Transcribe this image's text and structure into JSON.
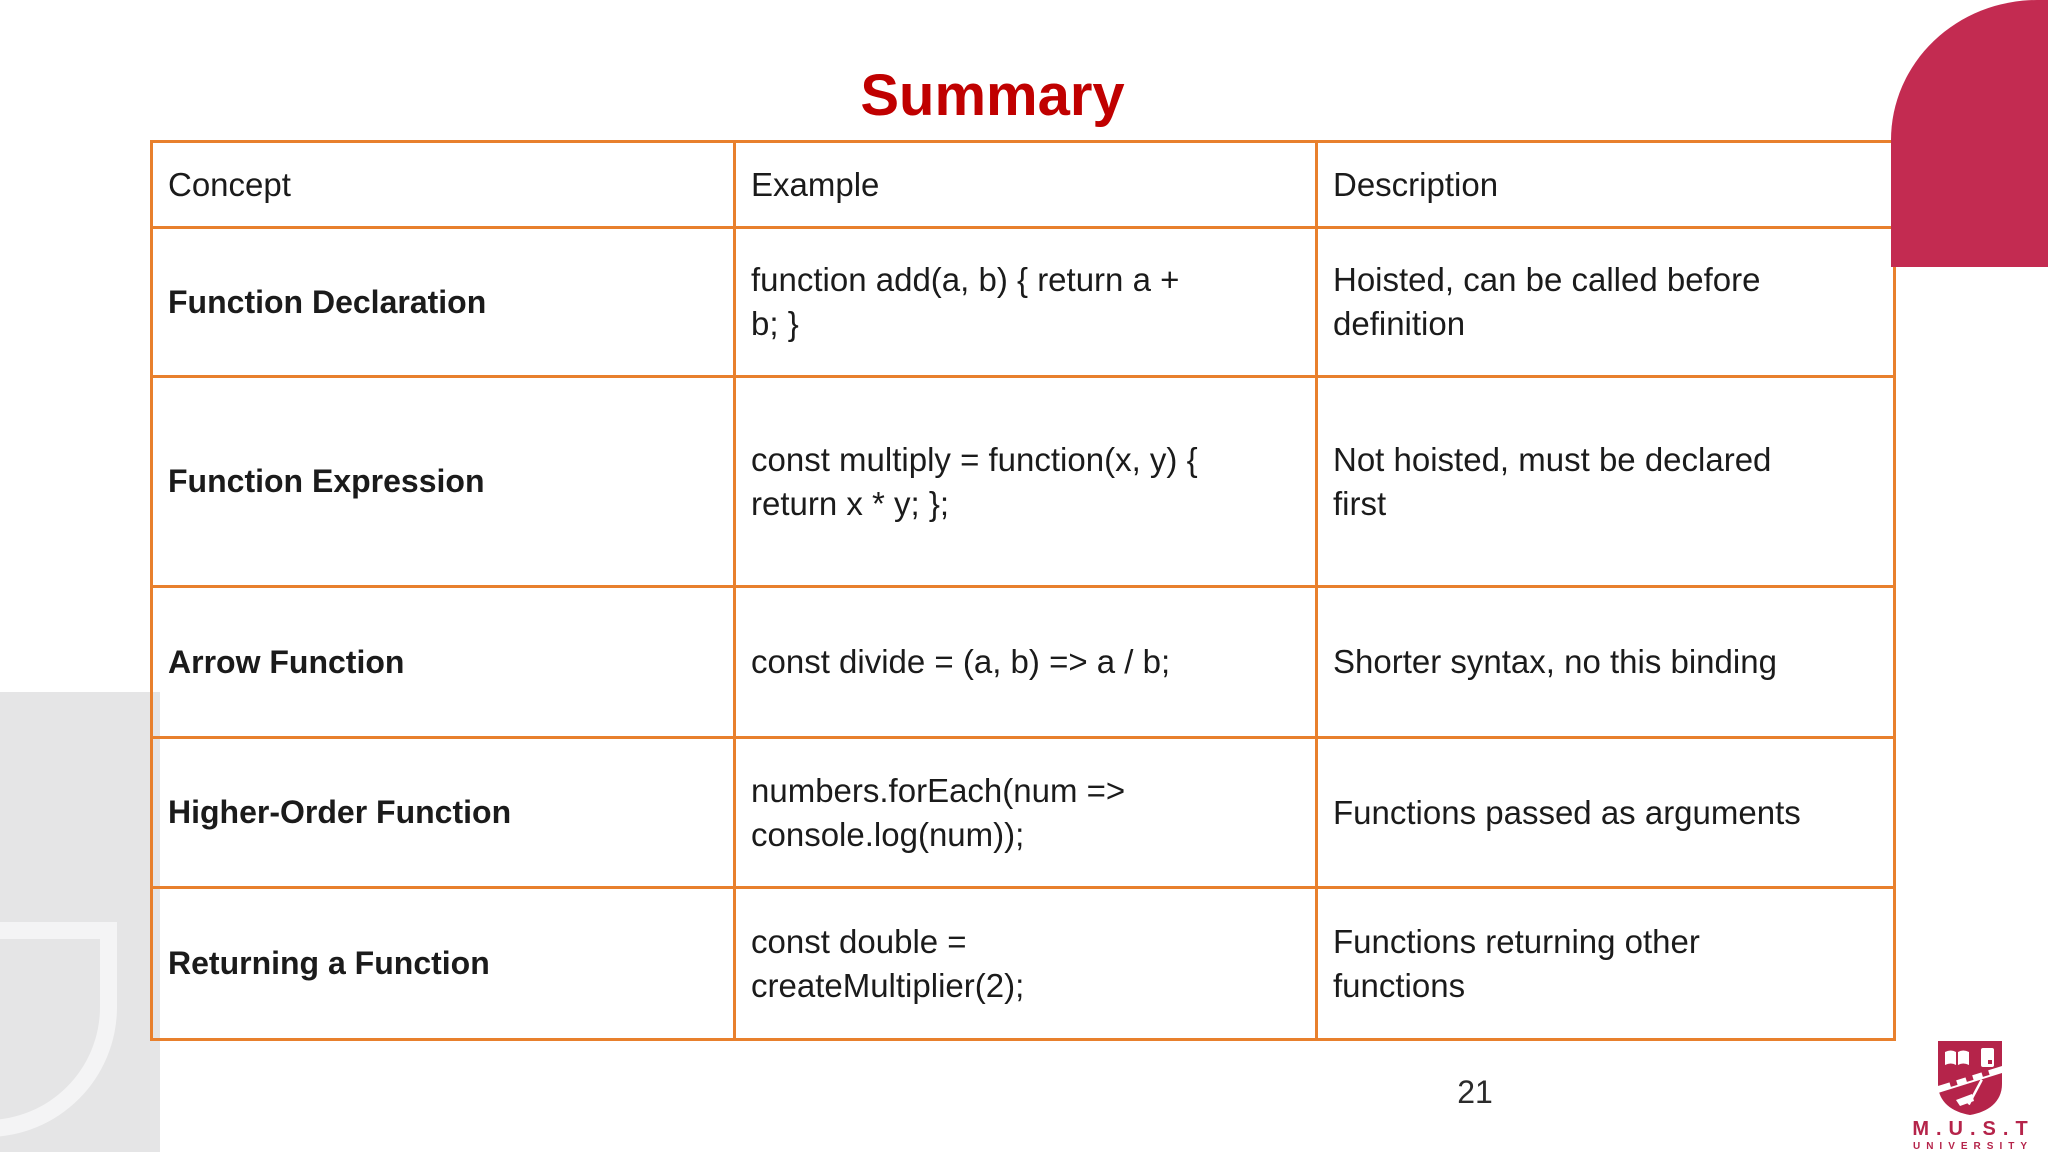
{
  "slide": {
    "title": "Summary",
    "page_number": "21"
  },
  "table": {
    "headers": [
      "Concept",
      "Example",
      "Description"
    ],
    "rows": [
      {
        "concept": "Function Declaration",
        "example": "function add(a, b) { return a +\nb; }",
        "description": "Hoisted, can be called before\ndefinition"
      },
      {
        "concept": "Function Expression",
        "example": "const multiply = function(x, y) {\nreturn x * y; };",
        "description": "Not hoisted, must be declared\nfirst"
      },
      {
        "concept": "Arrow Function",
        "example": "const divide = (a, b) => a / b;",
        "description": "Shorter syntax, no this binding"
      },
      {
        "concept": "Higher-Order Function",
        "example": "numbers.forEach(num =>\nconsole.log(num));",
        "description": "Functions passed as arguments"
      },
      {
        "concept": "Returning a Function",
        "example": "const double =\ncreateMultiplier(2);",
        "description": "Functions returning other\nfunctions"
      }
    ]
  },
  "logo": {
    "acronym": "M.U.S.T",
    "subtitle": "UNIVERSITY"
  },
  "colors": {
    "title_red": "#C00000",
    "table_border_orange": "#E8802D",
    "corner_crimson": "#C32B51",
    "logo_crimson": "#B5244A",
    "decoration_gray": "#E5E5E6"
  }
}
